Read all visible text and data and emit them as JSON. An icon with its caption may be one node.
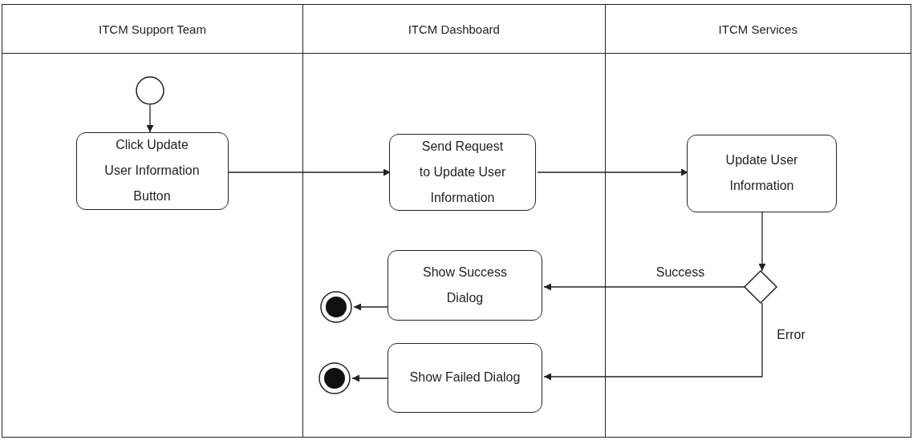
{
  "diagram": {
    "nodes": [
      {
        "text": [
          "ITCM Support Team"
        ]
      },
      {
        "text": [
          "ITCM Dashboard"
        ]
      },
      {
        "text": [
          "ITCM Services"
        ]
      },
      {
        "text": [],
        "shape": "circle",
        "in": 0
      },
      {
        "text": [
          "Click Update User Information Button"
        ],
        "in": 0
      },
      {
        "text": [
          "Send Request to Update User Information"
        ],
        "in": 1
      },
      {
        "text": [
          "Update User Information"
        ],
        "in": 2
      },
      {
        "text": [],
        "shape": "diamond",
        "in": 2
      },
      {
        "text": [
          "Show Success Dialog"
        ],
        "in": 1
      },
      {
        "text": [],
        "shape": "bullseye",
        "in": 1
      },
      {
        "text": [
          "Show Failed Dialog"
        ],
        "in": 1
      },
      {
        "text": [],
        "shape": "bullseye",
        "in": 1
      }
    ],
    "edges": [
      {
        "from": 3,
        "to": 4,
        "arrow": "to"
      },
      {
        "from": 4,
        "to": 5,
        "arrow": "to"
      },
      {
        "from": 5,
        "to": 6,
        "arrow": "to"
      },
      {
        "from": 6,
        "to": 7,
        "arrow": "to"
      },
      {
        "from": 7,
        "to": 8,
        "arrow": "to",
        "label": "Success"
      },
      {
        "from": 8,
        "to": 9,
        "arrow": "to"
      },
      {
        "from": 7,
        "to": 10,
        "arrow": "to",
        "label": "Error"
      },
      {
        "from": 10,
        "to": 11,
        "arrow": "to"
      }
    ]
  }
}
